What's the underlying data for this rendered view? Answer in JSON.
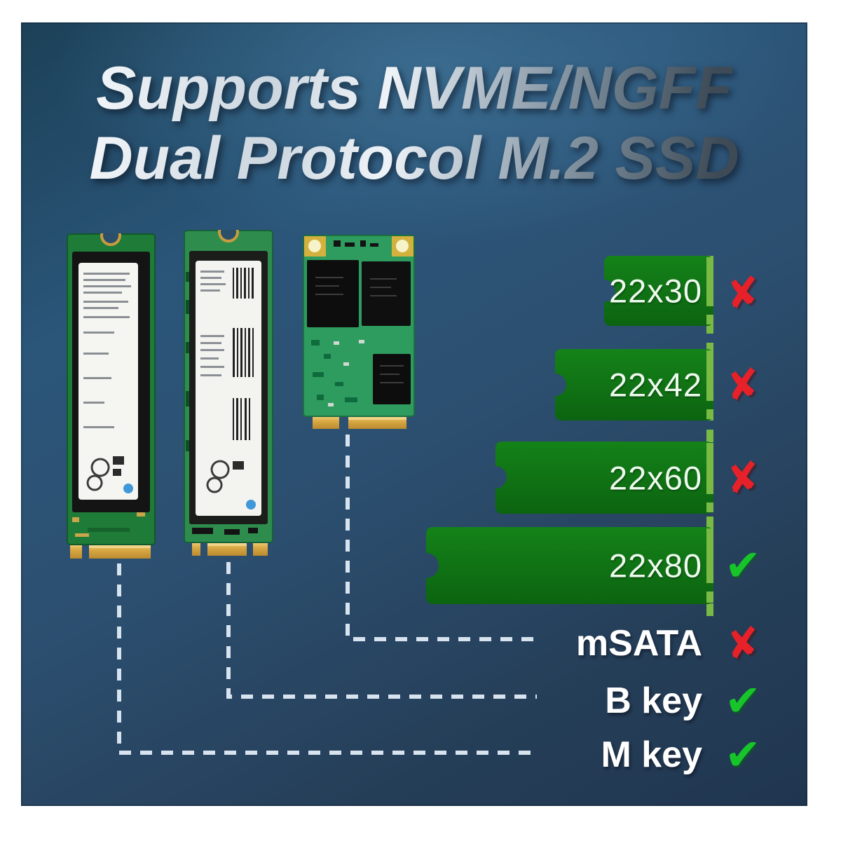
{
  "title": {
    "line1": "Supports NVME/NGFF",
    "line2": "Dual Protocol M.2 SSD"
  },
  "size_rows": [
    {
      "label": "22x30",
      "status": "unsupported",
      "mark": "✘"
    },
    {
      "label": "22x42",
      "status": "unsupported",
      "mark": "✘"
    },
    {
      "label": "22x60",
      "status": "unsupported",
      "mark": "✘"
    },
    {
      "label": "22x80",
      "status": "supported",
      "mark": "✔"
    }
  ],
  "key_rows": [
    {
      "label": "mSATA",
      "status": "unsupported",
      "mark": "✘"
    },
    {
      "label": "B key",
      "status": "supported",
      "mark": "✔"
    },
    {
      "label": "M key",
      "status": "supported",
      "mark": "✔"
    }
  ],
  "icons": {
    "supported": "check-icon",
    "unsupported": "cross-icon"
  },
  "colors": {
    "background_navy": "#2b4f6e",
    "bar_green": "#117214",
    "bar_edge_light_green": "#79ba45",
    "check_green": "#17c42a",
    "cross_red": "#e62129",
    "dashed_line_white": "#d7e3ef",
    "title_silver": "#dfe7ee",
    "pcb_green": "#2e8d4d",
    "connector_gold": "#d9a944"
  }
}
